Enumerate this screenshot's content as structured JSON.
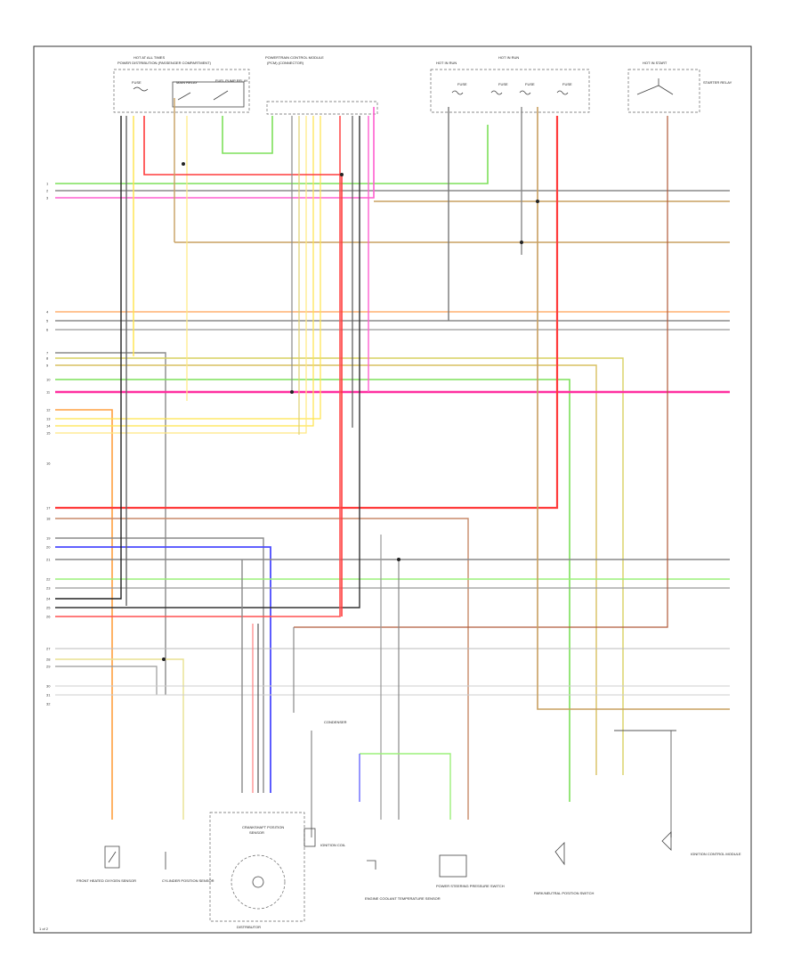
{
  "page_number": "1 of 2",
  "components": {
    "hot_at_all_times_fuse": {
      "title_line1": "HOT AT ALL TIMES",
      "title_line2": "POWER DISTRIBUTION (PASSENGER COMPARTMENT)",
      "fuse_label": "FUSE",
      "relay1": "MAIN RELAY",
      "relay2": "FUEL PUMP RELAY"
    },
    "pcm_connector": {
      "title_line1": "POWERTRAIN CONTROL MODULE",
      "title_line2": "(PCM) (CONNECTOR)"
    },
    "hot_in_run": {
      "label1": "HOT IN RUN",
      "label2": "HOT IN RUN",
      "fuse_a": "FUSE",
      "fuse_b": "FUSE",
      "fuse_c": "FUSE",
      "fuse_d": "FUSE"
    },
    "hot_in_start": {
      "label": "HOT IN START",
      "relay": "STARTER RELAY"
    },
    "distributor": {
      "title": "DISTRIBUTOR",
      "sub1": "CRANKSHAFT POSITION",
      "sub2": "SENSOR",
      "ignition_coil": "IGNITION COIL",
      "condenser": "CONDENSER"
    },
    "bottom_sensors": {
      "s1": "FRONT HEATED OXYGEN SENSOR",
      "s2": "CYLINDER POSITION SENSOR",
      "s3": "ENGINE COOLANT TEMPERATURE SENSOR",
      "s4": "POWER STEERING PRESSURE SWITCH",
      "s5": "PARK/NEUTRAL POSITION SWITCH",
      "s6": "IGNITION CONTROL MODULE"
    }
  },
  "left_pins": [
    "1",
    "2",
    "3",
    "4",
    "5",
    "6",
    "7",
    "8",
    "9",
    "10",
    "11",
    "12",
    "13",
    "14",
    "15",
    "16",
    "17",
    "18",
    "19",
    "20",
    "21",
    "22",
    "23",
    "24",
    "25",
    "26",
    "27",
    "28",
    "29",
    "30",
    "31",
    "32"
  ],
  "wire_colors": {
    "green_white": "#7de05a",
    "red": "#ff3b3b",
    "pink": "#ff5fd0",
    "tan": "#c8a060",
    "yellow": "#ffe34a",
    "orange": "#ffa040",
    "blue": "#4b4bff",
    "gray": "#8a8a8a",
    "black": "#222222",
    "light_green": "#9cf07a",
    "white": "#cccccc",
    "brown": "#b05a3a",
    "magenta": "#ff2fa0"
  }
}
